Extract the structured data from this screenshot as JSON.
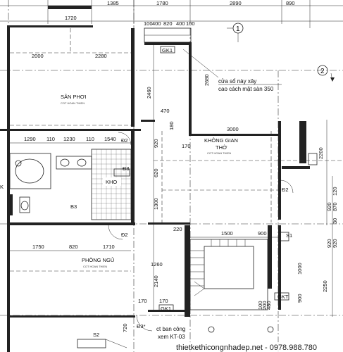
{
  "dims_top": [
    "1720",
    "1385",
    "1780",
    "2890",
    "890",
    "100",
    "400",
    "820",
    "400",
    "100"
  ],
  "dims_left": [
    "2000",
    "2280",
    "2460",
    "2680",
    "470",
    "180",
    "1290",
    "110",
    "1230",
    "110",
    "1540",
    "920",
    "620",
    "1300",
    "1750",
    "820",
    "1710",
    "1260",
    "2140",
    "170",
    "170",
    "720",
    "3000",
    "170",
    "2200",
    "920",
    "220",
    "1500",
    "900",
    "1000",
    "900",
    "2250",
    "920",
    "200",
    "100",
    "480",
    "920",
    "920",
    "120",
    "870",
    "30"
  ],
  "rooms": {
    "san_phoi": "SÂN PHƠI",
    "khong_gian_tho_1": "KHÔNG GIAN",
    "khong_gian_tho_2": "THỜ",
    "kho": "KHO",
    "phong_ngu": "PHÒNG NGỦ",
    "k": "K"
  },
  "tags": {
    "gk1_top": "GK1",
    "gk1_bottom": "GK1",
    "gkt": "GKT",
    "d2_1": "Đ2",
    "d2_2": "Đ2",
    "d3_1": "Đ3",
    "d3_2": "B3",
    "d3_3": "Đ3*",
    "d2a": "Đ2",
    "s1": "S1",
    "s2": "S2"
  },
  "notes": {
    "window_1": "cửa sổ này xây",
    "window_2": "cao cách mặt sàn 350",
    "balcony_1": "ct ban công",
    "balcony_2": "xem KT-03"
  },
  "axes": {
    "a1": "1",
    "a2": "2"
  },
  "watermark": "thietkethicongnhadep.net - 0978.988.780"
}
